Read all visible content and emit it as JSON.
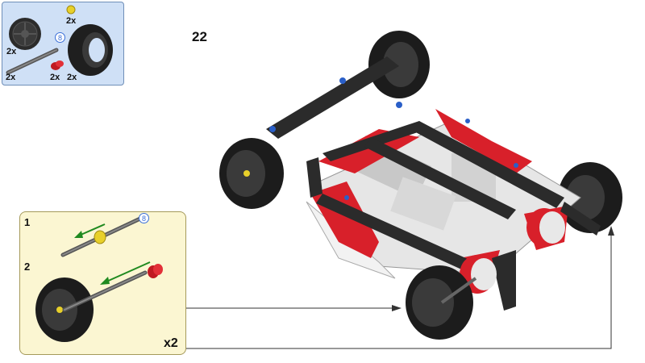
{
  "step": {
    "number": "22",
    "multiplier": "x2"
  },
  "parts_list": {
    "rim_qty": "2x",
    "bush_qty": "2x",
    "axle_qty": "2x",
    "pin_qty": "2x",
    "tire_qty": "2x",
    "axle_length": "8"
  },
  "sub_assembly": {
    "step1_label": "1",
    "step2_label": "2",
    "axle_length": "8"
  },
  "colors": {
    "parts_bg": "#cfe0f6",
    "sub_bg": "#fbf6d2",
    "red": "#d8202a",
    "dark": "#2b2b2b",
    "gray": "#8a8a8a",
    "light": "#e4e4e4",
    "green": "#1f8a1f",
    "blue": "#2a5fc8"
  }
}
